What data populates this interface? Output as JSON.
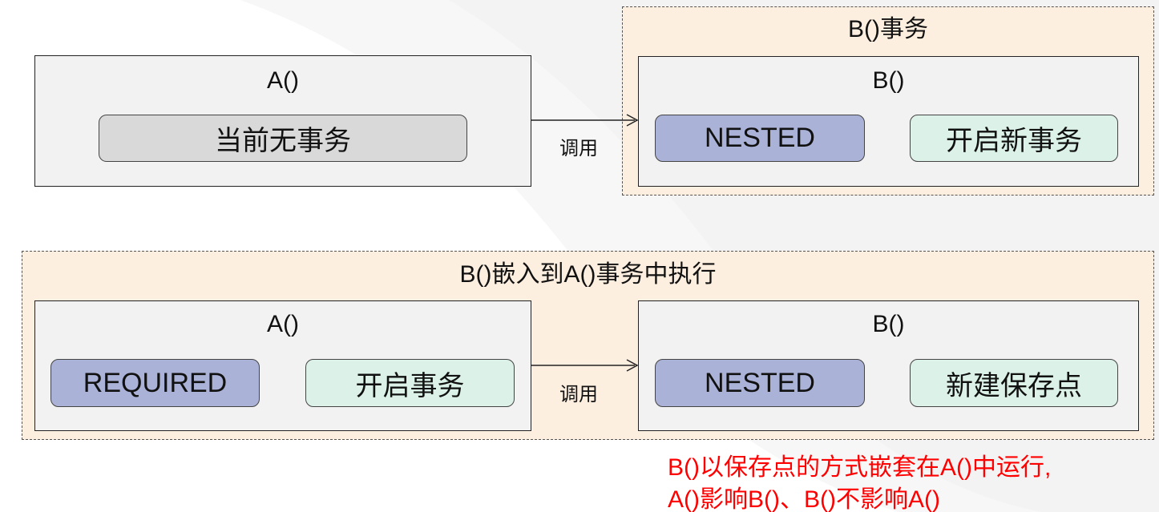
{
  "top": {
    "frame_title": "B()事务",
    "a_box": {
      "title": "A()",
      "pill": "当前无事务"
    },
    "call_label": "调用",
    "b_box": {
      "title": "B()",
      "pill_left": "NESTED",
      "pill_right": "开启新事务"
    }
  },
  "bottom": {
    "frame_title": "B()嵌入到A()事务中执行",
    "a_box": {
      "title": "A()",
      "pill_left": "REQUIRED",
      "pill_right": "开启事务"
    },
    "call_label": "调用",
    "b_box": {
      "title": "B()",
      "pill_left": "NESTED",
      "pill_right": "新建保存点"
    }
  },
  "note": {
    "line1": "B()以保存点的方式嵌套在A()中运行,",
    "line2": "A()影响B()、B()不影响A()"
  },
  "colors": {
    "frame_fill": "#fdefe0",
    "box_fill": "#f2f2f2",
    "pill_gray": "#d9d9d9",
    "pill_blue": "#aab2d8",
    "pill_green": "#dcf2e8",
    "note_text": "#ff0000"
  }
}
